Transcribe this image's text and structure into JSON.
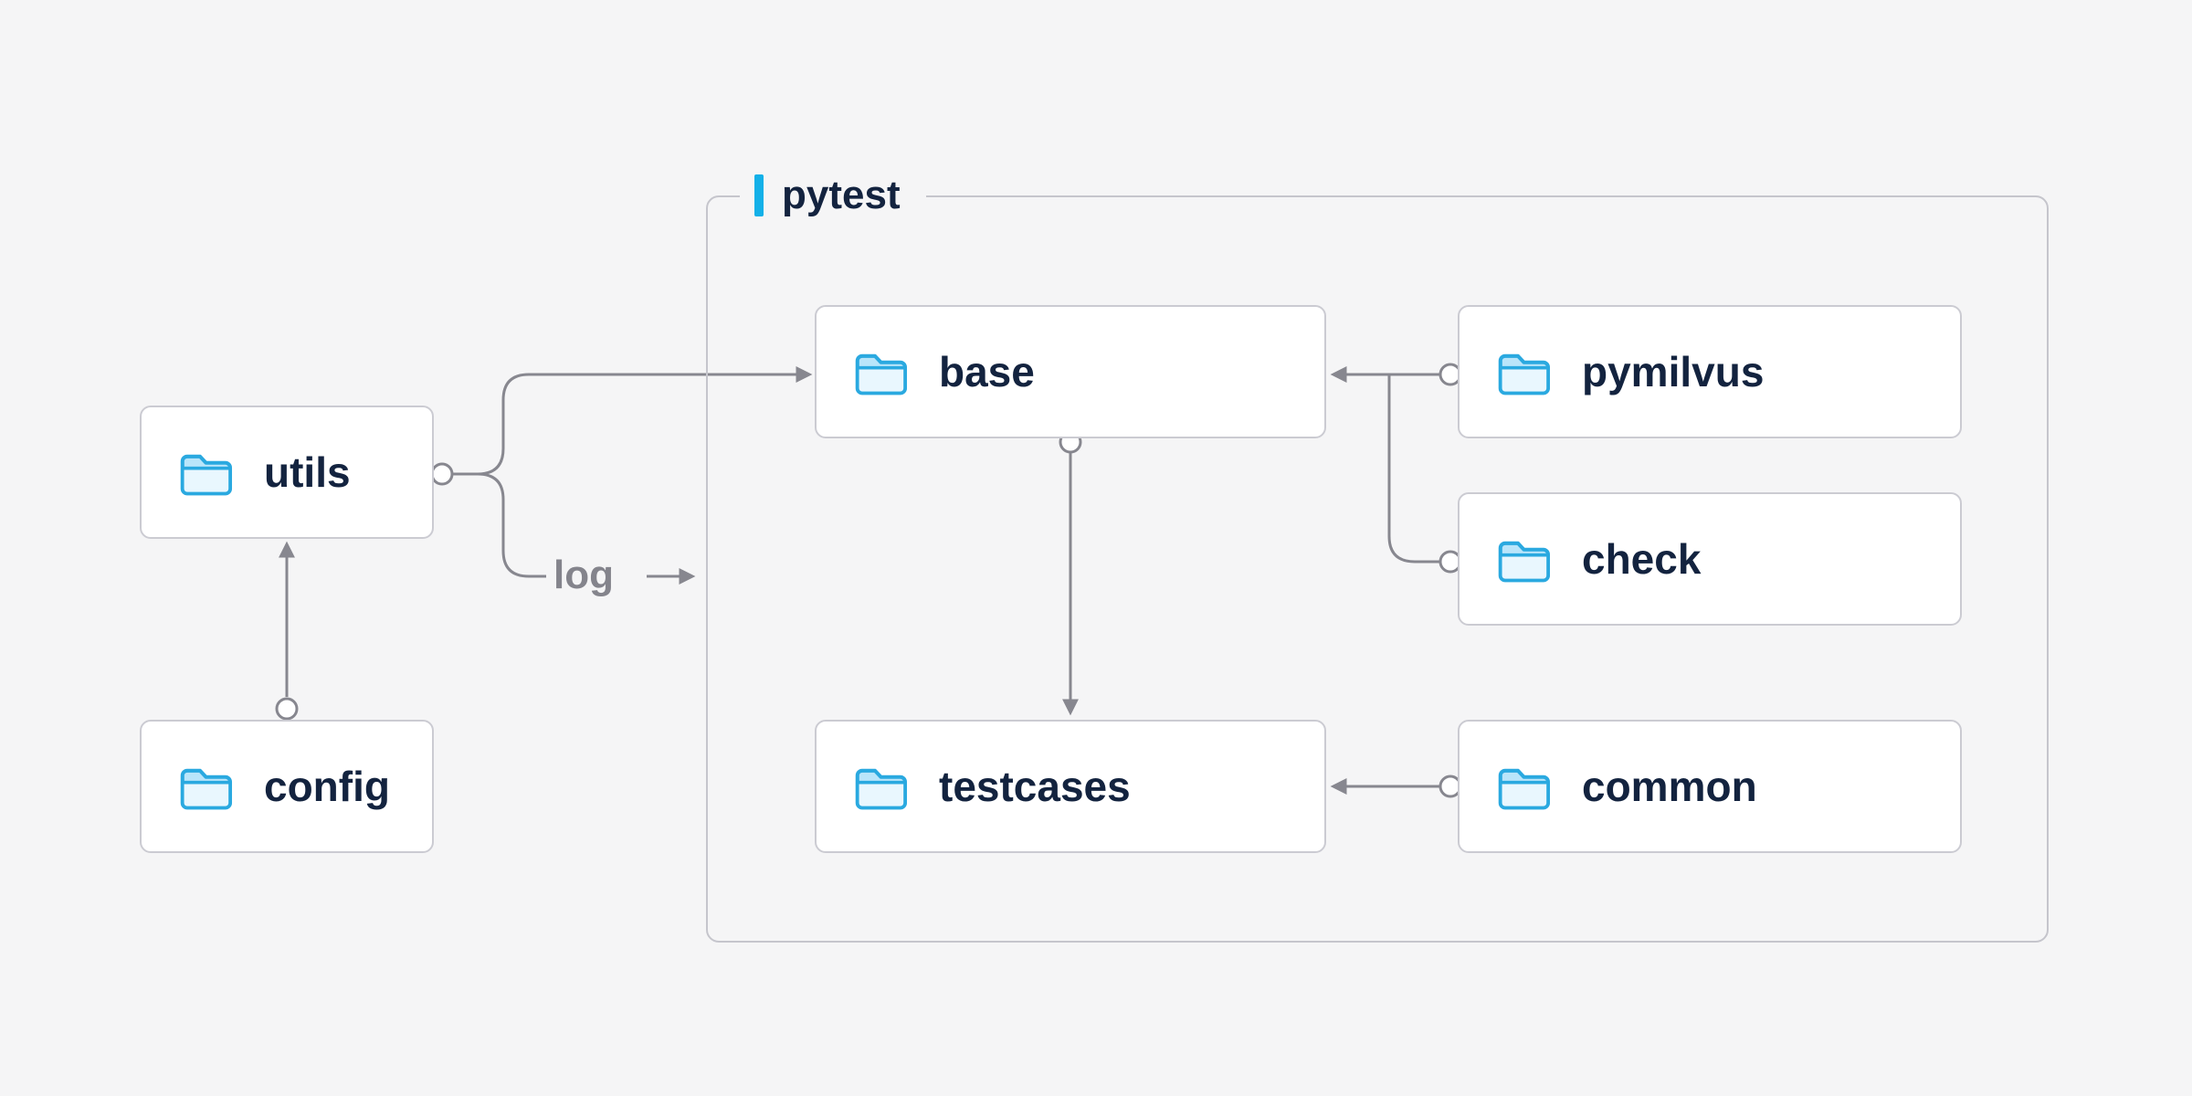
{
  "diagram": {
    "container": {
      "label": "pytest"
    },
    "nodes": {
      "utils": {
        "label": "utils"
      },
      "config": {
        "label": "config"
      },
      "base": {
        "label": "base"
      },
      "pymilvus": {
        "label": "pymilvus"
      },
      "check": {
        "label": "check"
      },
      "testcases": {
        "label": "testcases"
      },
      "common": {
        "label": "common"
      }
    },
    "edge_labels": {
      "log": "log"
    },
    "edges": [
      {
        "from": "config",
        "to": "utils"
      },
      {
        "from": "utils",
        "to": "base"
      },
      {
        "from": "utils",
        "to": "log",
        "label": "log"
      },
      {
        "from": "pymilvus",
        "to": "base"
      },
      {
        "from": "check",
        "to": "base"
      },
      {
        "from": "base",
        "to": "testcases"
      },
      {
        "from": "common",
        "to": "testcases"
      }
    ],
    "colors": {
      "background": "#f5f5f6",
      "accent_blue": "#12b0e8",
      "folder_blue": "#2aa9e0",
      "line_gray": "#87878f",
      "text_navy": "#13233f"
    }
  }
}
